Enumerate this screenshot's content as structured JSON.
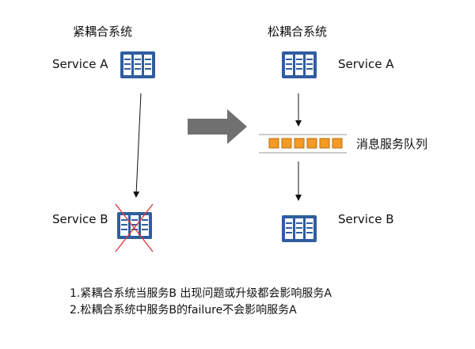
{
  "tight": {
    "title": "紧耦合系统",
    "service_a": "Service A",
    "service_b": "Service B"
  },
  "loose": {
    "title": "松耦合系统",
    "service_a": "Service A",
    "service_b": "Service B",
    "queue_label": "消息服务队列"
  },
  "notes": [
    "1.紧耦合系统当服务B  出现问题或升级都会影响服务A",
    "2.松耦合系统中服务B的failure不会影响服务A"
  ],
  "colors": {
    "server_blue": "#2f5d9f",
    "queue_orange": "#f59a23",
    "failure_red": "#e23a3a",
    "arrow_gray": "#707070"
  }
}
